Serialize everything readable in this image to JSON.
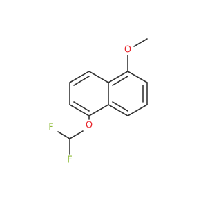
{
  "molecule": {
    "atoms": [
      {
        "id": "O_methoxy",
        "label": "O",
        "color": "#e8242a"
      },
      {
        "id": "O_ether",
        "label": "O",
        "color": "#e8242a"
      },
      {
        "id": "F_left",
        "label": "F",
        "color": "#8fbc3a"
      },
      {
        "id": "F_bottom",
        "label": "F",
        "color": "#8fbc3a"
      }
    ],
    "bond_color": "#333333",
    "background": "#ffffff"
  }
}
